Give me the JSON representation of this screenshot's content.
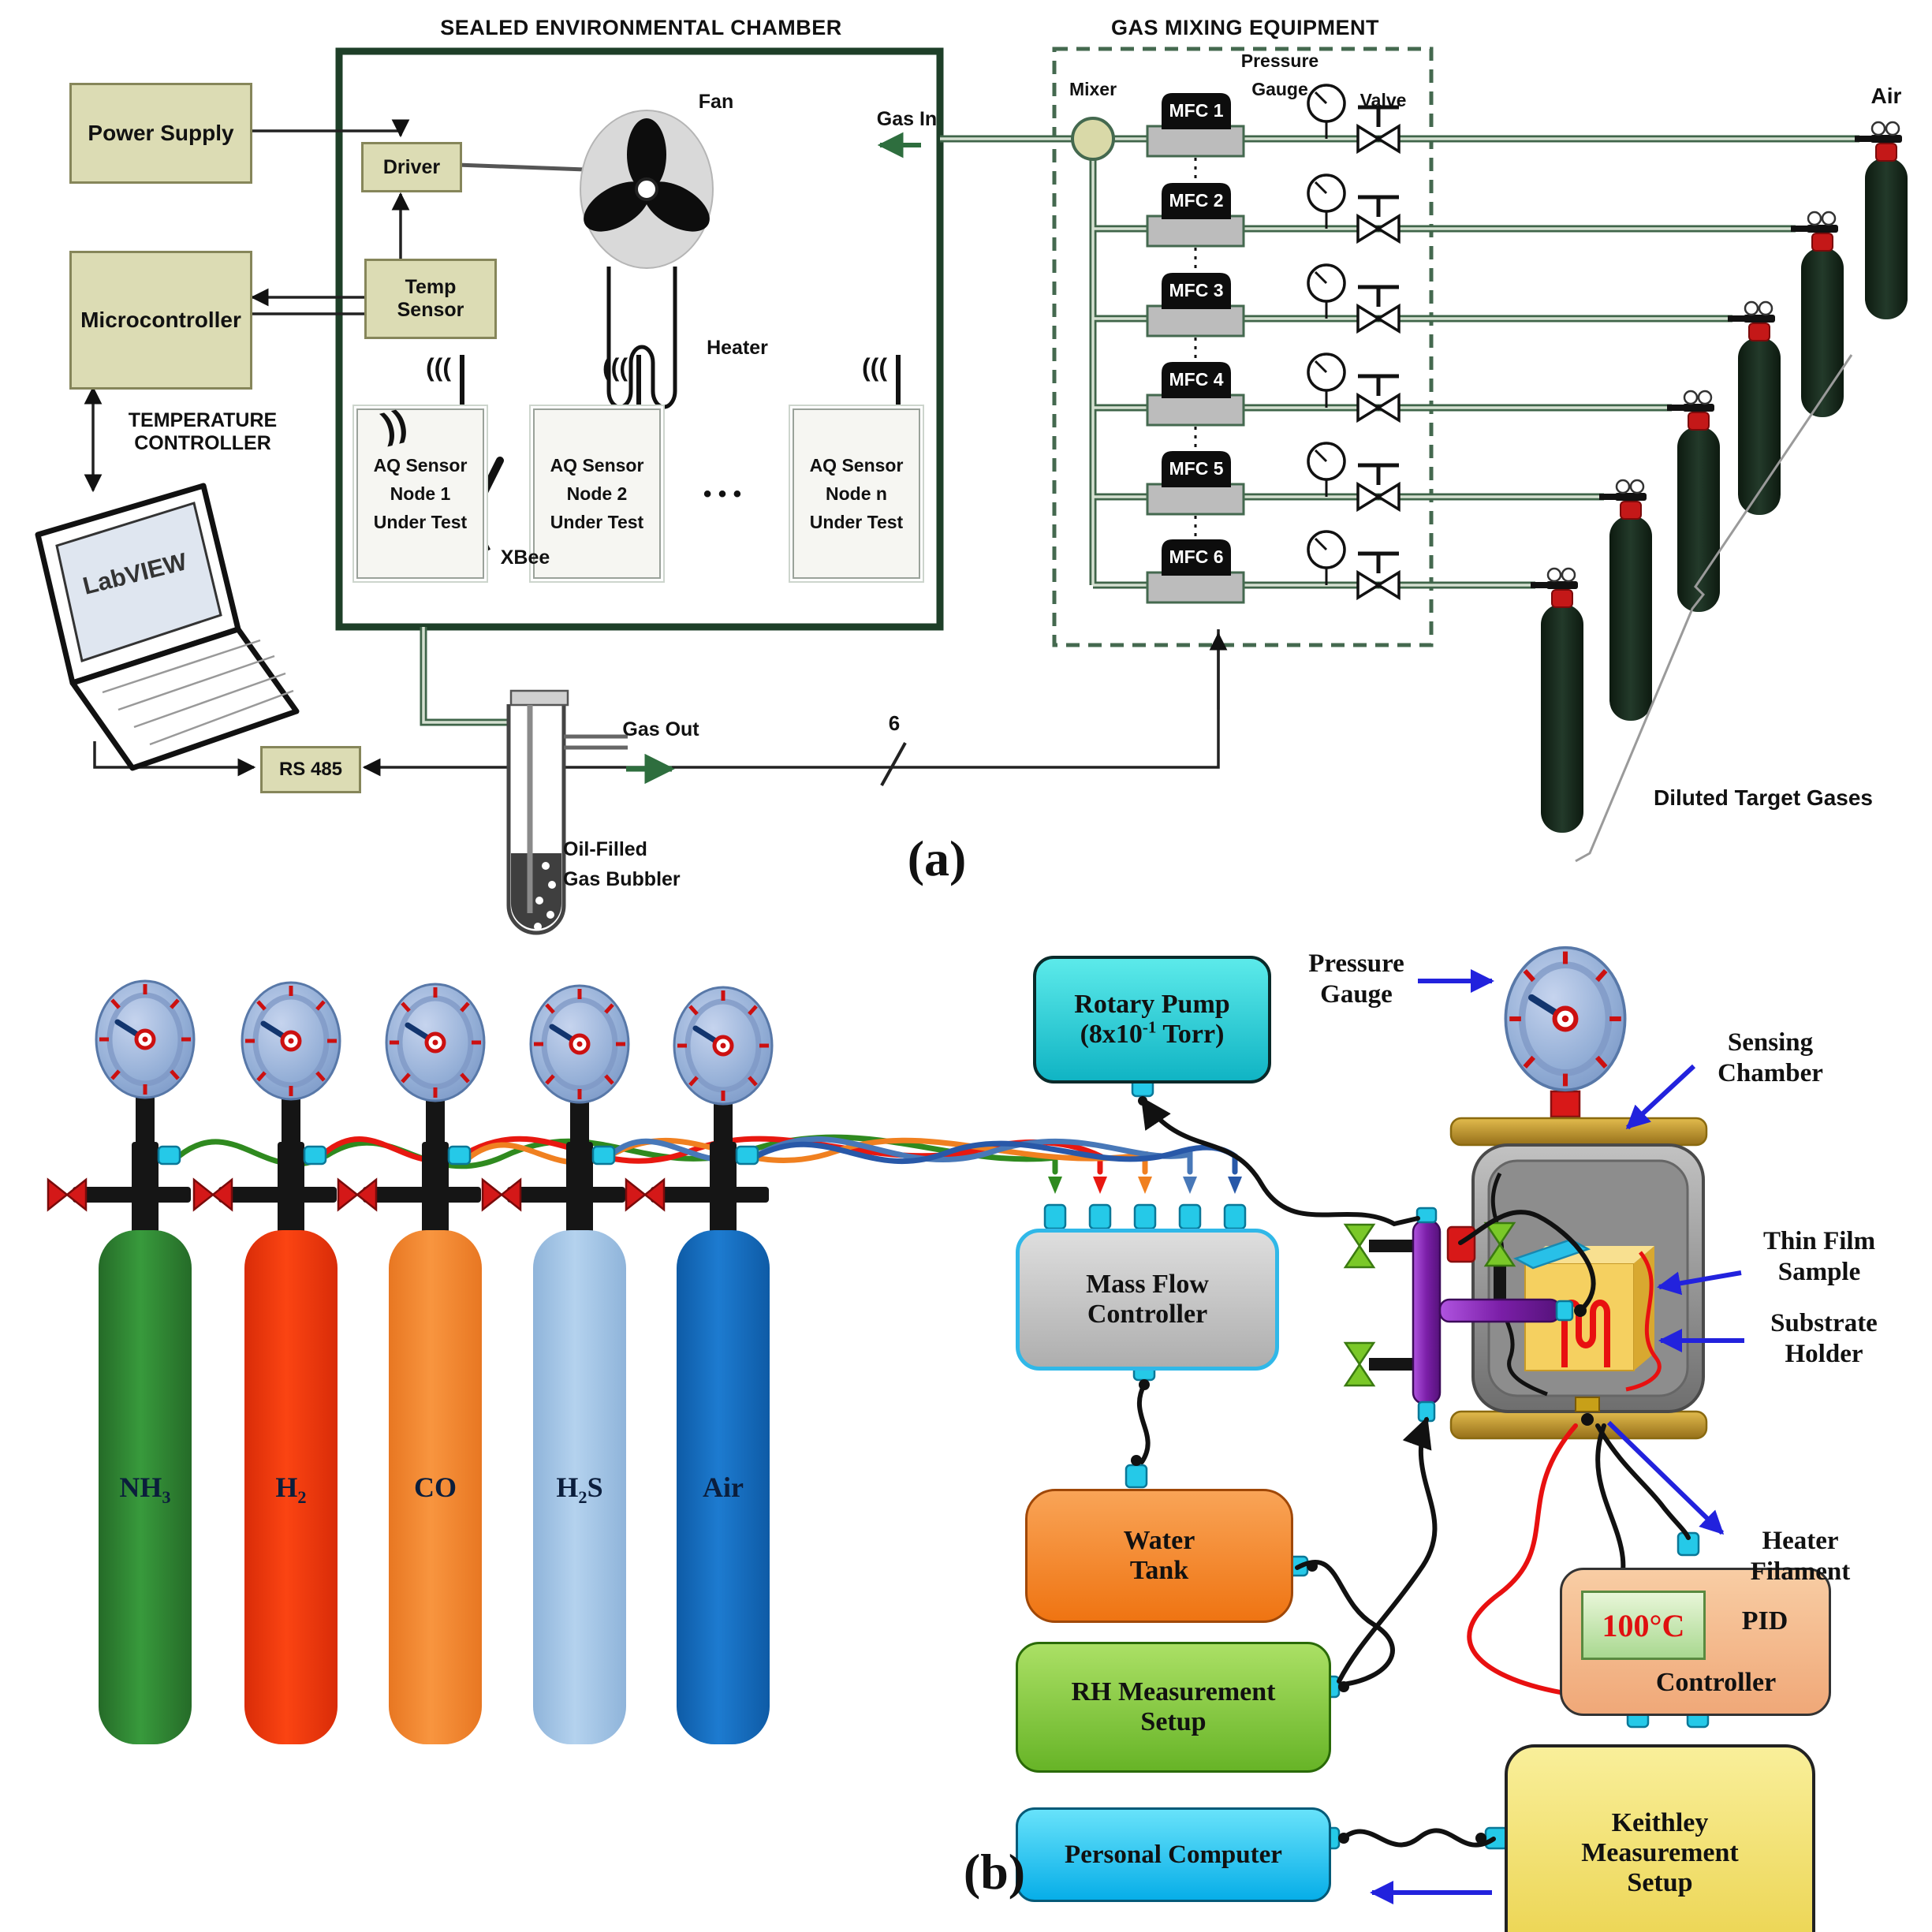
{
  "panel_a": {
    "chamber_title": "SEALED ENVIRONMENTAL CHAMBER",
    "mixing_title": "GAS MIXING EQUIPMENT",
    "power_supply": "Power Supply",
    "driver": "Driver",
    "microcontroller": "Microcontroller",
    "temp_sensor_1": "Temp",
    "temp_sensor_2": "Sensor",
    "temp_controller_1": "TEMPERATURE",
    "temp_controller_2": "CONTROLLER",
    "fan": "Fan",
    "heater": "Heater",
    "gas_in": "Gas In",
    "gas_out": "Gas Out",
    "bubbler_1": "Oil-Filled",
    "bubbler_2": "Gas Bubbler",
    "mixer": "Mixer",
    "pressure_1": "Pressure",
    "pressure_2": "Gauge",
    "valve": "Valve",
    "aq_nodes": [
      {
        "l1": "AQ Sensor",
        "l2": "Node 1",
        "l3": "Under Test"
      },
      {
        "l1": "AQ Sensor",
        "l2": "Node 2",
        "l3": "Under Test"
      },
      {
        "l1": "AQ Sensor",
        "l2": "Node n",
        "l3": "Under Test"
      }
    ],
    "dots": "• • •",
    "mfcs": [
      "MFC 1",
      "MFC 2",
      "MFC 3",
      "MFC 4",
      "MFC 5",
      "MFC 6"
    ],
    "wifi_tx": "(((",
    "wifi_rx": "))",
    "labview": "LabVIEW",
    "xbee": "XBee",
    "rs485": "RS 485",
    "bus_width": "6",
    "air": "Air",
    "diluted": "Diluted Target Gases",
    "caption": "(a)"
  },
  "panel_b": {
    "rotary_1": "Rotary Pump",
    "rotary_2a": "(8x10",
    "rotary_2sup": "-1",
    "rotary_2b": " Torr)",
    "pressure_1": "Pressure",
    "pressure_2": "Gauge",
    "sensing_1": "Sensing",
    "sensing_2": "Chamber",
    "thin_film_1": "Thin Film",
    "thin_film_2": "Sample",
    "substrate_1": "Substrate",
    "substrate_2": "Holder",
    "heater_1": "Heater",
    "heater_2": "Filament",
    "mfc_1": "Mass Flow",
    "mfc_2": "Controller",
    "water_1": "Water",
    "water_2": "Tank",
    "rh_1": "RH Measurement",
    "rh_2": "Setup",
    "pc": "Personal Computer",
    "keithley_1": "Keithley",
    "keithley_2": "Measurement",
    "keithley_3": "Setup",
    "pid_temp": "100°C",
    "pid_1": "PID",
    "pid_2": "Controller",
    "cylinders": [
      {
        "base": "NH",
        "sub": "3",
        "tail": "",
        "color": "#2e7d32"
      },
      {
        "base": "H",
        "sub": "2",
        "tail": "",
        "color": "#f23d10"
      },
      {
        "base": "CO",
        "sub": "",
        "tail": "",
        "color": "#f68b3c"
      },
      {
        "base": "H",
        "sub": "2",
        "tail": "S",
        "color": "#a6c8e8"
      },
      {
        "base": "Air",
        "sub": "",
        "tail": "",
        "color": "#1873c8"
      }
    ],
    "caption": "(b)"
  },
  "colors": {
    "pipe": "#3f6549",
    "pipe_inner": "#d5e0d1",
    "chamber_border": "#1e3f28",
    "khaki_box": "#dcdcb4",
    "arrow_blue": "#2222dd",
    "hose_green": "#2f8a1f",
    "hose_red": "#e81810",
    "hose_orange": "#f08020",
    "hose_blue": "#4878b8",
    "hose_navy": "#2858a8",
    "cylinder_dark": "#16281b",
    "rotary_cyan": "#19c8d8",
    "water_orange": "#f07818",
    "rh_green": "#79c437",
    "pc_cyan": "#12bdf0",
    "keithley_yellow": "#f2dd61",
    "pid_peach": "#f6bf92",
    "manifold_purple": "#8a2bbd",
    "gauge_blue": "#93aed6"
  }
}
